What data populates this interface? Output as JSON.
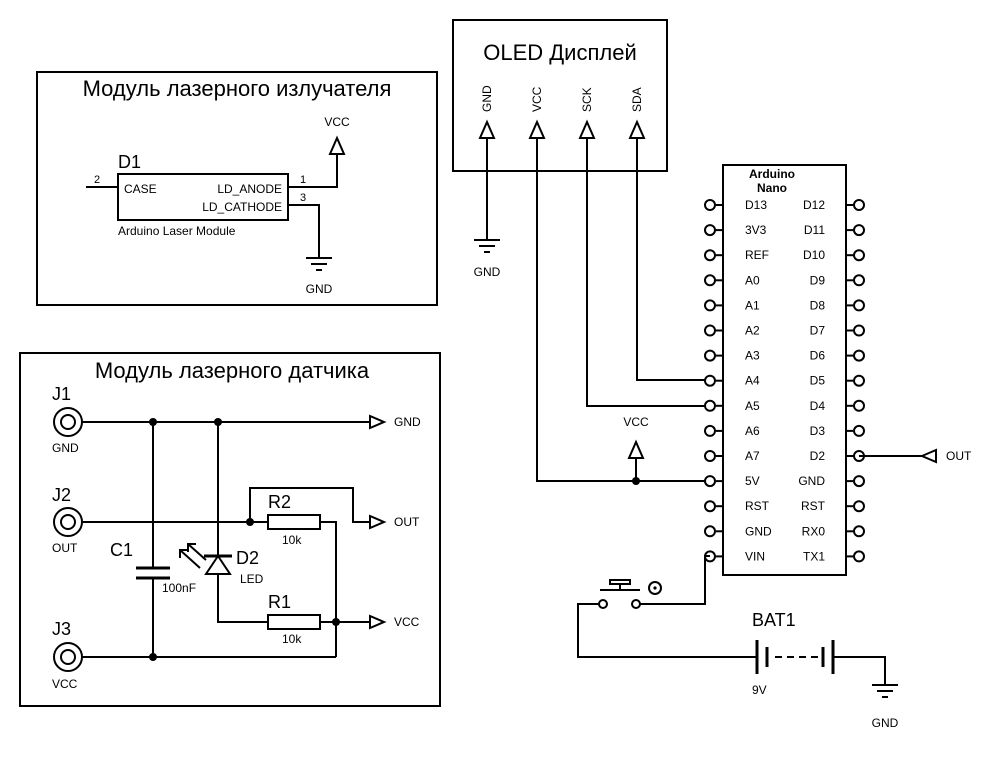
{
  "laser_module": {
    "title": "Модуль лазерного излучателя",
    "ref": "D1",
    "pin_case": "CASE",
    "pin_anode": "LD_ANODE",
    "pin_cathode": "LD_CATHODE",
    "pin_num_case": "2",
    "pin_num_anode": "1",
    "pin_num_cathode": "3",
    "part": "Arduino Laser Module",
    "vcc": "VCC",
    "gnd": "GND"
  },
  "sensor_module": {
    "title": "Модуль лазерного датчика",
    "j1": {
      "ref": "J1",
      "label": "GND"
    },
    "j2": {
      "ref": "J2",
      "label": "OUT"
    },
    "j3": {
      "ref": "J3",
      "label": "VCC"
    },
    "c1": {
      "ref": "C1",
      "value": "100nF"
    },
    "d2": {
      "ref": "D2",
      "value": "LED"
    },
    "r1": {
      "ref": "R1",
      "value": "10k"
    },
    "r2": {
      "ref": "R2",
      "value": "10k"
    },
    "port_gnd": "GND",
    "port_out": "OUT",
    "port_vcc": "VCC"
  },
  "oled": {
    "title": "OLED Дисплей",
    "pins": [
      "GND",
      "VCC",
      "SCK",
      "SDA"
    ],
    "gnd": "GND"
  },
  "arduino": {
    "title_line1": "Arduino",
    "title_line2": "Nano",
    "left_pins": [
      "D13",
      "3V3",
      "REF",
      "A0",
      "A1",
      "A2",
      "A3",
      "A4",
      "A5",
      "A6",
      "A7",
      "5V",
      "RST",
      "GND",
      "VIN"
    ],
    "right_pins": [
      "D12",
      "D11",
      "D10",
      "D9",
      "D8",
      "D7",
      "D6",
      "D5",
      "D4",
      "D3",
      "D2",
      "GND",
      "RST",
      "RX0",
      "TX1"
    ],
    "vcc": "VCC",
    "out": "OUT"
  },
  "battery": {
    "ref": "BAT1",
    "value": "9V",
    "gnd": "GND"
  }
}
